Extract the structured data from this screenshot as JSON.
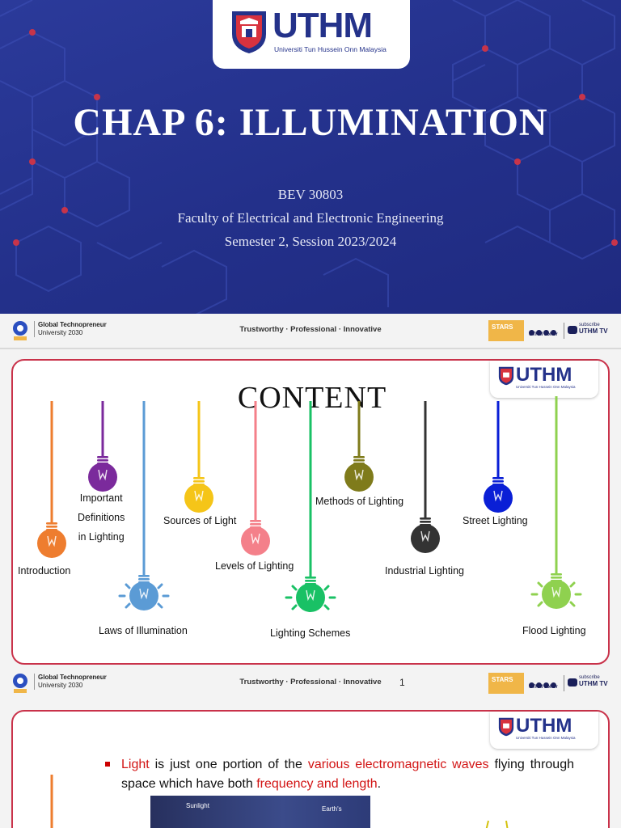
{
  "slide1": {
    "logo": {
      "wordmark": "UTHM",
      "subtitle": "Universiti Tun Hussein Onn Malaysia"
    },
    "title": "CHAP 6: ILLUMINATION",
    "course_code": "BEV 30803",
    "faculty": "Faculty of Electrical and Electronic Engineering",
    "semester": "Semester 2, Session 2023/2024"
  },
  "footer": {
    "gt_line1": "Global Technopreneur",
    "gt_line2": "University 2030",
    "motto": "Trustworthy · Professional · Innovative",
    "stars": "STARS",
    "social_label": "UTHM Johor",
    "tv_small": "subscribe",
    "tv_big": "UTHM TV"
  },
  "slide2": {
    "logo": {
      "wordmark": "UTHM",
      "subtitle": "Universiti Tun Hussein Onn Malaysia"
    },
    "title": "CONTENT",
    "page_number": "1",
    "topics": [
      {
        "label": "Introduction",
        "color": "#ee7d2f"
      },
      {
        "label": "Important\nDefinitions\nin Lighting",
        "color": "#7b2a9c"
      },
      {
        "label": "Laws of Illumination",
        "color": "#5b9bd5"
      },
      {
        "label": "Sources of Light",
        "color": "#f5c518"
      },
      {
        "label": "Levels of Lighting",
        "color": "#f4808a"
      },
      {
        "label": "Lighting Schemes",
        "color": "#19c165"
      },
      {
        "label": "Methods of Lighting",
        "color": "#7f7b1b"
      },
      {
        "label": "Industrial Lighting",
        "color": "#333333"
      },
      {
        "label": "Street Lighting",
        "color": "#0a1fd6"
      },
      {
        "label": "Flood Lighting",
        "color": "#8fd14f"
      }
    ]
  },
  "slide3": {
    "logo": {
      "wordmark": "UTHM",
      "subtitle": "Universiti Tun Hussein Onn Malaysia"
    },
    "bullet": {
      "w1": "Light",
      "t1": " is just one portion of the ",
      "w2": "various electromagnetic waves",
      "t2": " flying through space which have both ",
      "w3": "frequency and length",
      "t3": "."
    },
    "image_labels": {
      "sunlight": "Sunlight",
      "earth": "Earth's"
    }
  }
}
